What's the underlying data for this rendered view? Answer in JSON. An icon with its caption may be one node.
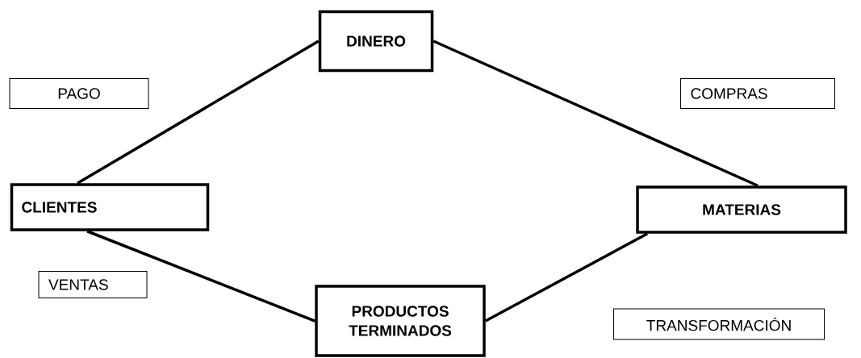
{
  "diagram": {
    "nodes": [
      {
        "text": [
          "DINERO"
        ]
      },
      {
        "text": [
          "PAGO"
        ]
      },
      {
        "text": [
          "COMPRAS"
        ]
      },
      {
        "text": [
          "CLIENTES"
        ]
      },
      {
        "text": [
          "MATERIAS"
        ]
      },
      {
        "text": [
          "VENTAS"
        ]
      },
      {
        "text": [
          "PRODUCTOS TERMINADOS"
        ]
      },
      {
        "text": [
          "TRANSFORMACIÓN"
        ]
      }
    ],
    "edges": [
      {
        "from": 0,
        "to": 3,
        "arrow": "none"
      },
      {
        "from": 0,
        "to": 4,
        "arrow": "none"
      },
      {
        "from": 4,
        "to": 6,
        "arrow": "none"
      },
      {
        "from": 6,
        "to": 3,
        "arrow": "none"
      }
    ]
  }
}
